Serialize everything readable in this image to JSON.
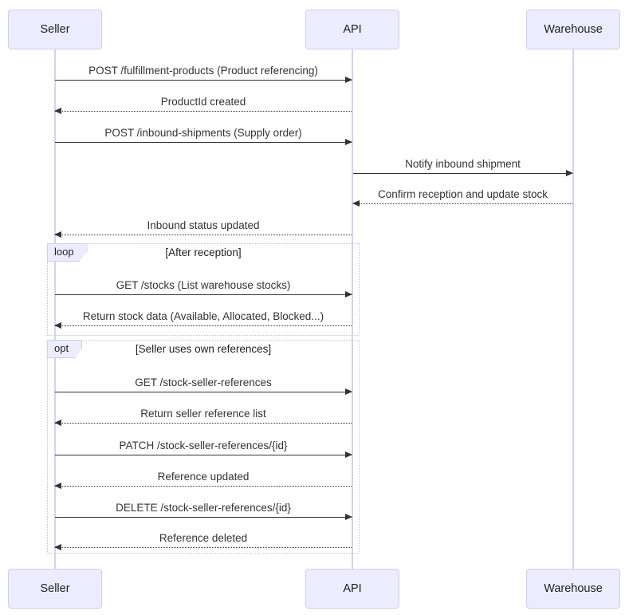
{
  "actors": [
    {
      "id": "seller",
      "name": "Seller"
    },
    {
      "id": "api",
      "name": "API"
    },
    {
      "id": "warehouse",
      "name": "Warehouse"
    }
  ],
  "messages": [
    {
      "from": "Seller",
      "to": "API",
      "line": "solid",
      "text": "POST /fulfillment-products (Product referencing)"
    },
    {
      "from": "API",
      "to": "Seller",
      "line": "dashed",
      "text": "ProductId created"
    },
    {
      "from": "Seller",
      "to": "API",
      "line": "solid",
      "text": "POST /inbound-shipments (Supply order)"
    },
    {
      "from": "API",
      "to": "Warehouse",
      "line": "solid",
      "text": "Notify inbound shipment"
    },
    {
      "from": "Warehouse",
      "to": "API",
      "line": "dashed",
      "text": "Confirm reception and update stock"
    },
    {
      "from": "API",
      "to": "Seller",
      "line": "dashed",
      "text": "Inbound status updated"
    },
    {
      "from": "Seller",
      "to": "API",
      "line": "solid",
      "text": "GET /stocks (List warehouse stocks)"
    },
    {
      "from": "API",
      "to": "Seller",
      "line": "dashed",
      "text": "Return stock data (Available, Allocated, Blocked...)"
    },
    {
      "from": "Seller",
      "to": "API",
      "line": "solid",
      "text": "GET /stock-seller-references"
    },
    {
      "from": "API",
      "to": "Seller",
      "line": "dashed",
      "text": "Return seller reference list"
    },
    {
      "from": "Seller",
      "to": "API",
      "line": "solid",
      "text": "PATCH /stock-seller-references/{id}"
    },
    {
      "from": "API",
      "to": "Seller",
      "line": "dashed",
      "text": "Reference updated"
    },
    {
      "from": "Seller",
      "to": "API",
      "line": "solid",
      "text": "DELETE /stock-seller-references/{id}"
    },
    {
      "from": "API",
      "to": "Seller",
      "line": "dashed",
      "text": "Reference deleted"
    }
  ],
  "regions": [
    {
      "type": "loop",
      "label": "loop",
      "condition": "[After reception]"
    },
    {
      "type": "opt",
      "label": "opt",
      "condition": "[Seller uses own references]"
    }
  ],
  "colors": {
    "actor_fill": "#ECECFF",
    "actor_border": "#CFCFEC",
    "lifeline": "#D6D1F0",
    "message": "#333333",
    "region_border": "#C2BFE0"
  }
}
